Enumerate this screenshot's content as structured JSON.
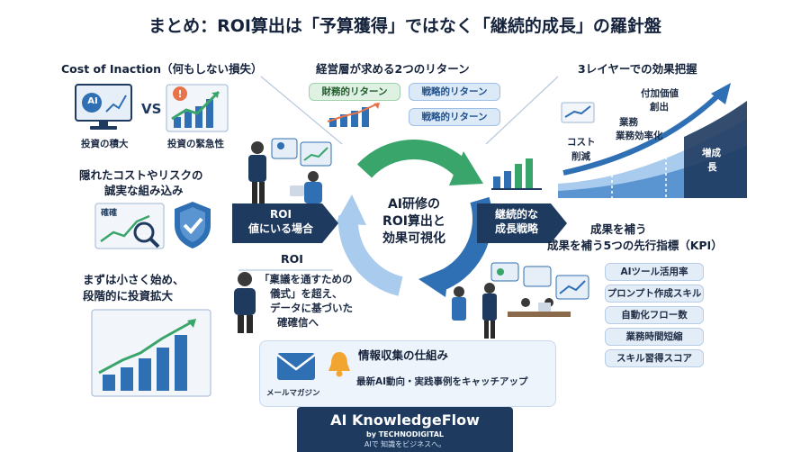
{
  "title": "まとめ：ROI算出は「予算獲得」ではなく「継続的成長」の羅針盤",
  "top_left": {
    "title": "Cost of Inaction（何もしない損失）",
    "vs": "VS",
    "monitor_label": "AI",
    "caption_left": "投資の積大",
    "caption_right": "投資の緊急性"
  },
  "mid_left": {
    "title_line1": "隠れたコストやリスクの",
    "title_line2": "誠実な組み込み",
    "chart_label": "確確"
  },
  "bottom_left": {
    "title_line1": "まずは小さく始め、",
    "title_line2": "段階的に投資拡大"
  },
  "top_center": {
    "title": "経営層が求める2つのリターン",
    "financial": "財務的リターン",
    "strategic1": "戦略的リターン",
    "strategic2": "戦略的リターン"
  },
  "center": {
    "line1": "AI研修の",
    "line2": "ROI算出と",
    "line3": "効果可視化"
  },
  "left_banner": {
    "line1": "ROI",
    "line2": "値にいる場合"
  },
  "right_banner": {
    "line1": "継続的な",
    "line2": "成長戦略"
  },
  "roi_quote": {
    "heading": "ROI",
    "line1": "「稟議を通すための",
    "line2": "儀式」を超え、",
    "line3": "データに基づいた",
    "line4": "確確信へ"
  },
  "top_right": {
    "title": "3レイヤーでの効果把握",
    "layer1_line1": "コスト",
    "layer1_line2": "削減",
    "layer2_line1": "業務",
    "layer2_line2": "業務効率化",
    "layer3_line1": "付加価値",
    "layer3_line2": "創出",
    "growth_line1": "増成",
    "growth_line2": "長"
  },
  "kpi": {
    "title_line1": "成果を補う",
    "title_line2": "成果を補う5つの先行指標（KPI）",
    "items": [
      "AIツール活用率",
      "プロンプト作成スキル",
      "自動化フロー数",
      "業務時間短縮",
      "スキル習得スコア"
    ]
  },
  "info": {
    "title": "情報収集の仕組み",
    "subtitle": "最新AI動向・実践事例をキャッチアップ",
    "mail_label": "メールマガジン"
  },
  "logo": {
    "name": "AI KnowledgeFlow",
    "by": "by TECHNODIGITAL",
    "tagline": "AIで 知識をビジネスへ。"
  },
  "colors": {
    "navy": "#1e3a5f",
    "blue": "#2f6fb3",
    "light_blue": "#a9cbed",
    "green": "#3aa56b",
    "orange": "#e8734a"
  }
}
